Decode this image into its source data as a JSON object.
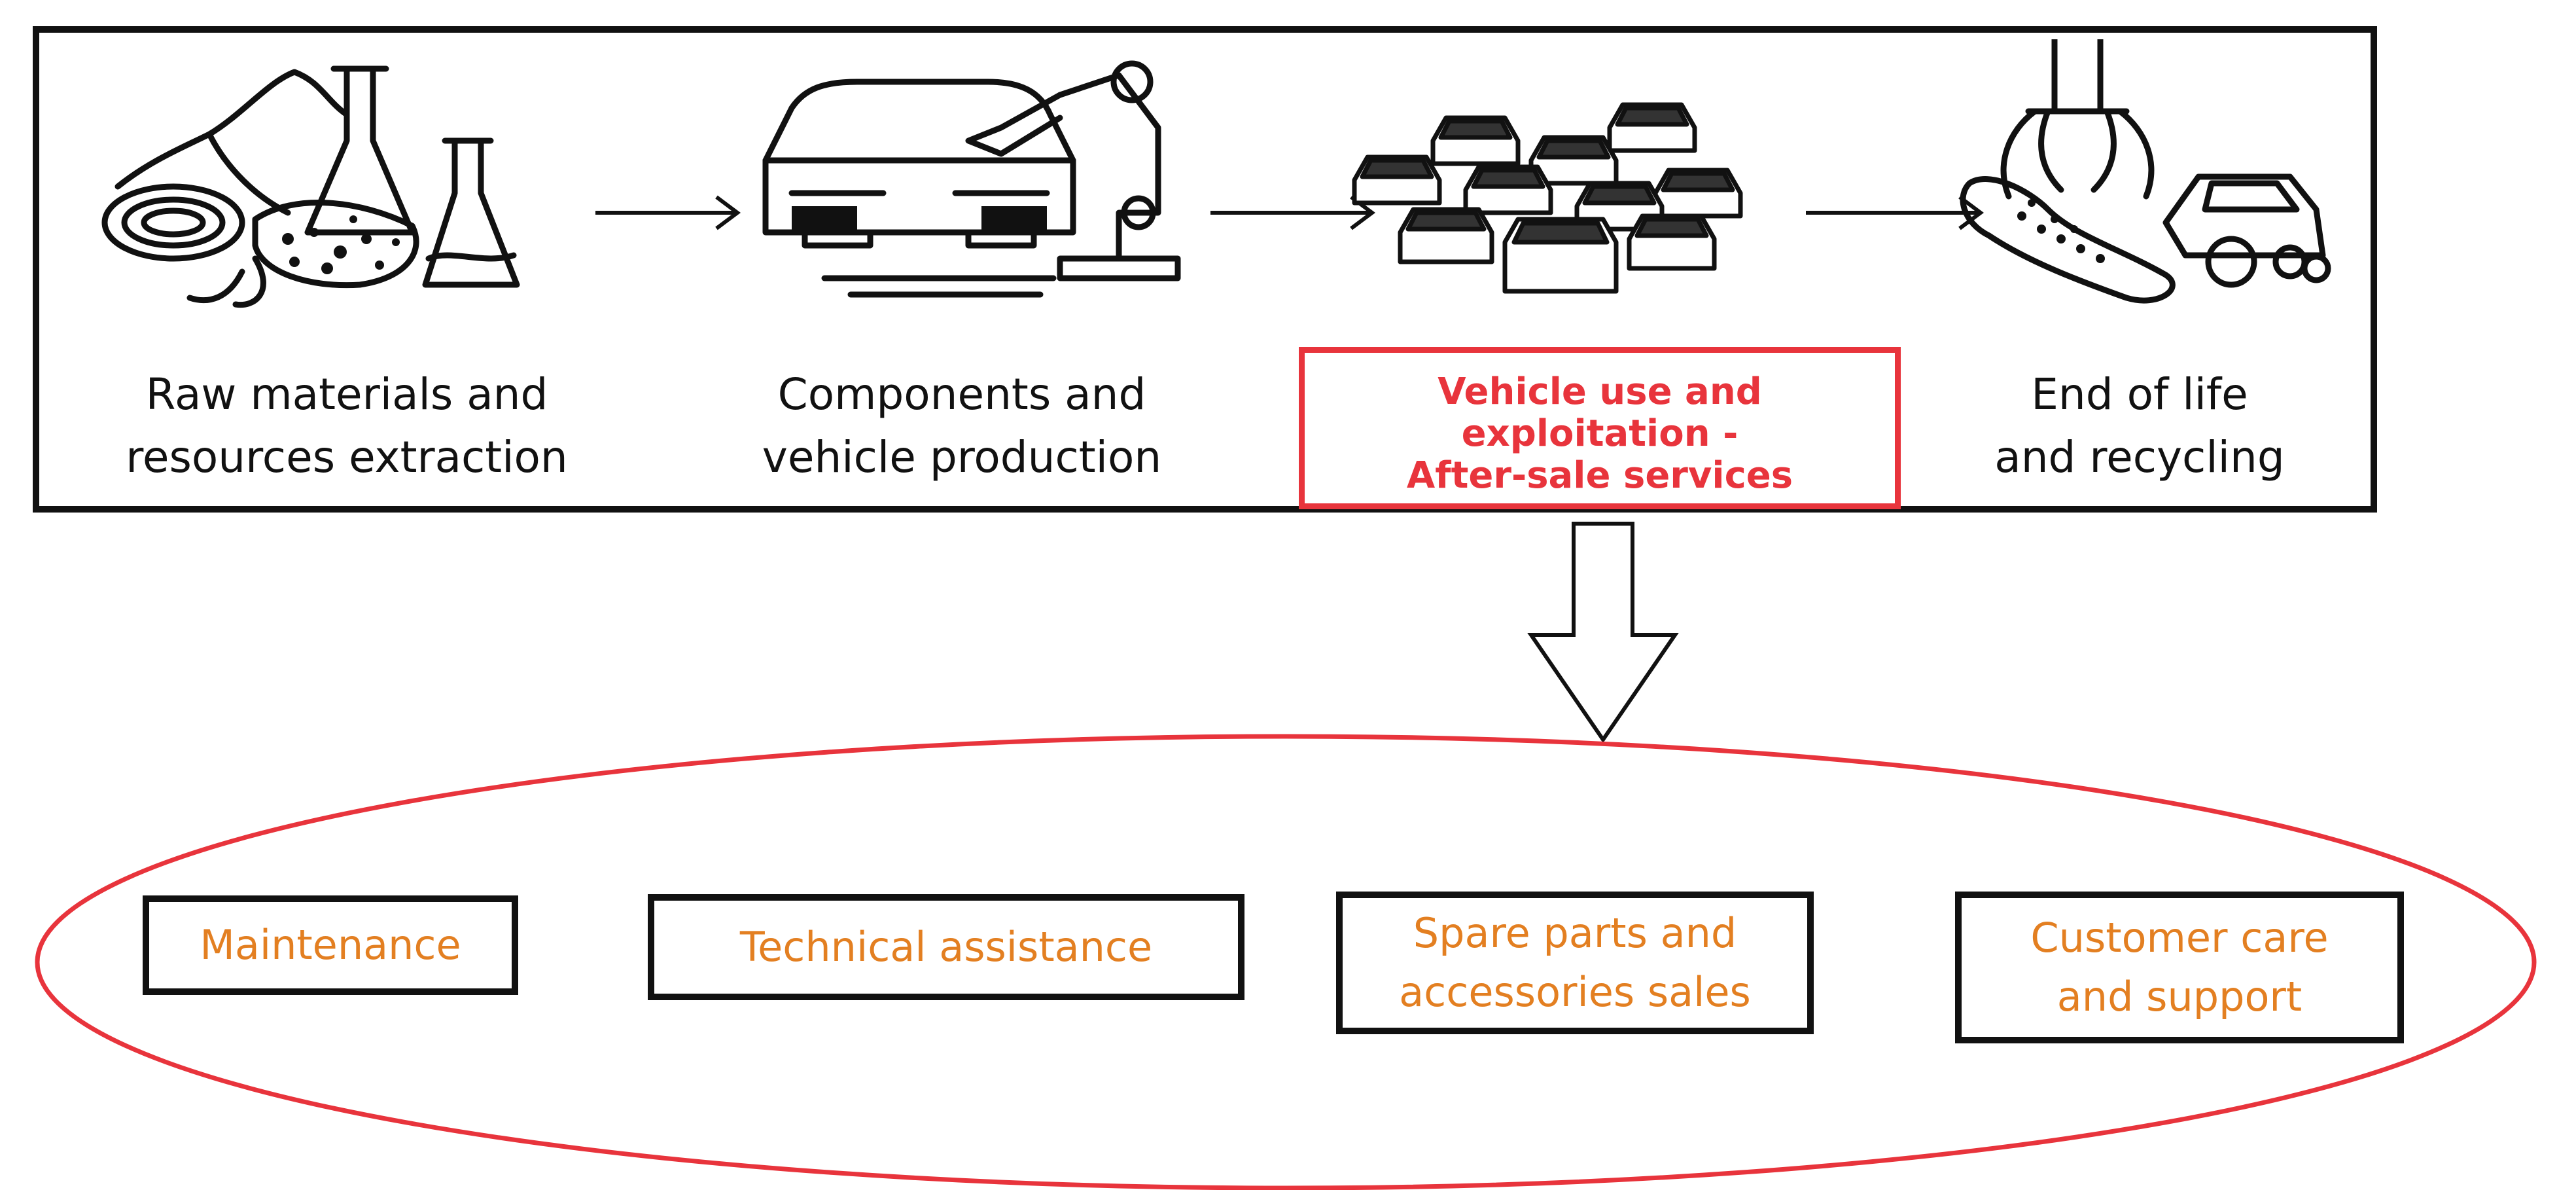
{
  "lifecycle": {
    "stages": [
      {
        "id": "raw",
        "icon": "raw-materials-icon",
        "lines": [
          "Raw materials and",
          "resources extraction"
        ]
      },
      {
        "id": "production",
        "icon": "vehicle-production-robot-icon",
        "lines": [
          "Components and",
          "vehicle production"
        ]
      },
      {
        "id": "use",
        "icon": "traffic-cars-icon",
        "lines": [
          "Vehicle use and",
          "exploitation -",
          "After-sale services"
        ],
        "highlighted": true
      },
      {
        "id": "eol",
        "icon": "car-crusher-icon",
        "lines": [
          "End of life",
          "and recycling"
        ]
      }
    ]
  },
  "services": [
    {
      "lines": [
        "Maintenance"
      ]
    },
    {
      "lines": [
        "Technical assistance"
      ]
    },
    {
      "lines": [
        "Spare parts and",
        "accessories sales"
      ]
    },
    {
      "lines": [
        "Customer care",
        "and support"
      ]
    }
  ],
  "colors": {
    "highlight": "#e8343c",
    "service_text": "#e37f21",
    "outline": "#111111"
  }
}
